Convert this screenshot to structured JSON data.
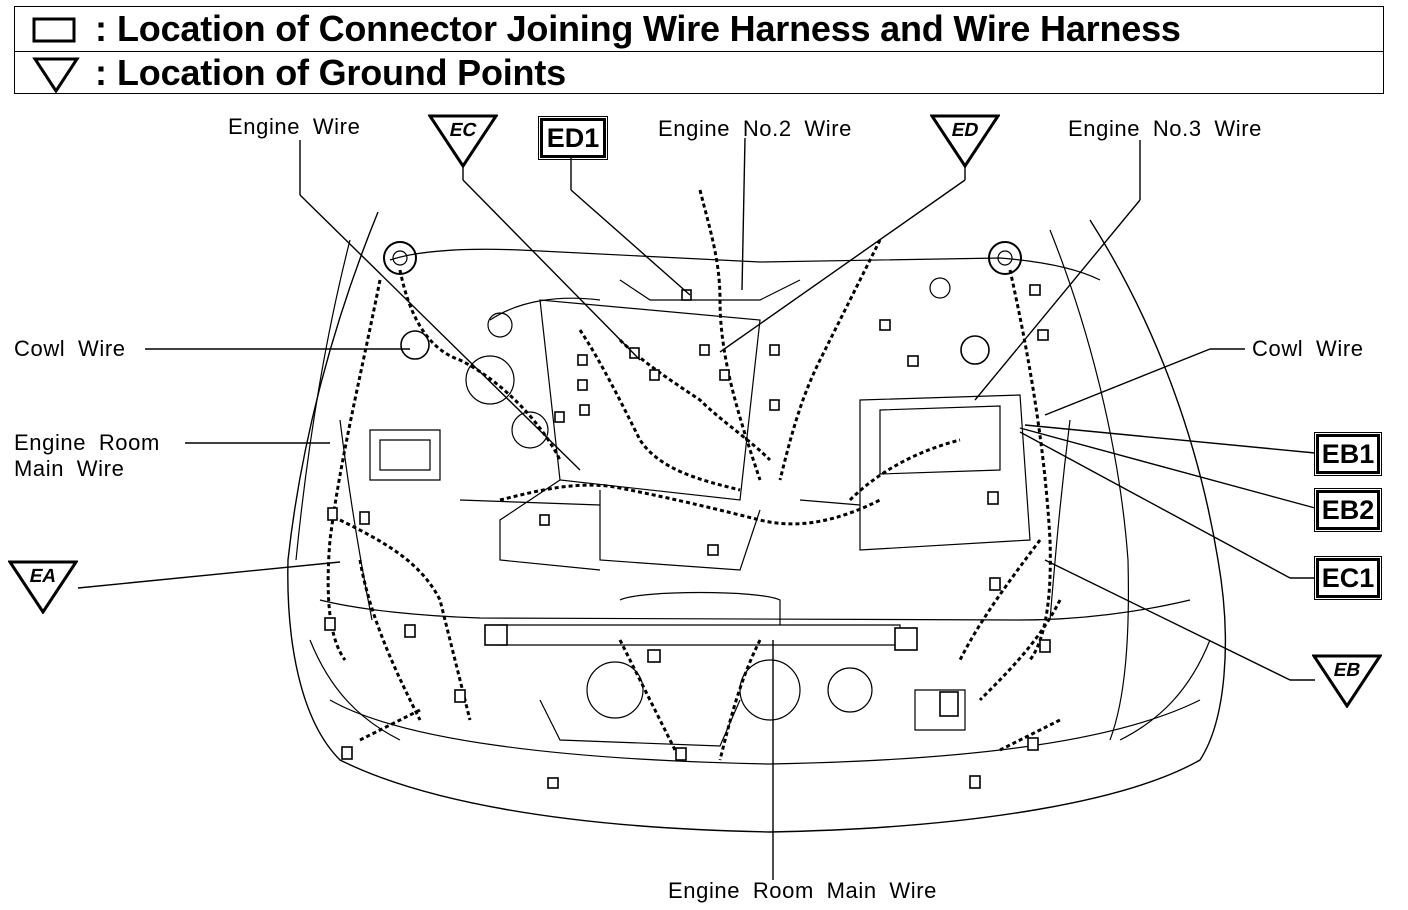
{
  "legend": {
    "connector_symbol": "rectangle-icon",
    "ground_symbol": "triangle-icon",
    "colon": ":",
    "connector_text": "Location of Connector Joining Wire Harness and Wire Harness",
    "ground_text": "Location of Ground Points"
  },
  "labels": {
    "engine_wire": "Engine Wire",
    "engine_no2_wire": "Engine No.2 Wire",
    "engine_no3_wire": "Engine No.3 Wire",
    "cowl_wire_left": "Cowl Wire",
    "cowl_wire_right": "Cowl Wire",
    "engine_room_main_wire_left_1": "Engine Room",
    "engine_room_main_wire_left_2": "Main Wire",
    "engine_room_main_wire_bottom": "Engine Room Main Wire"
  },
  "connectors": {
    "ed1": "ED1",
    "eb1": "EB1",
    "eb2": "EB2",
    "ec1": "EC1"
  },
  "ground_points": {
    "ec": "EC",
    "ed": "ED",
    "ea": "EA",
    "eb": "EB"
  }
}
